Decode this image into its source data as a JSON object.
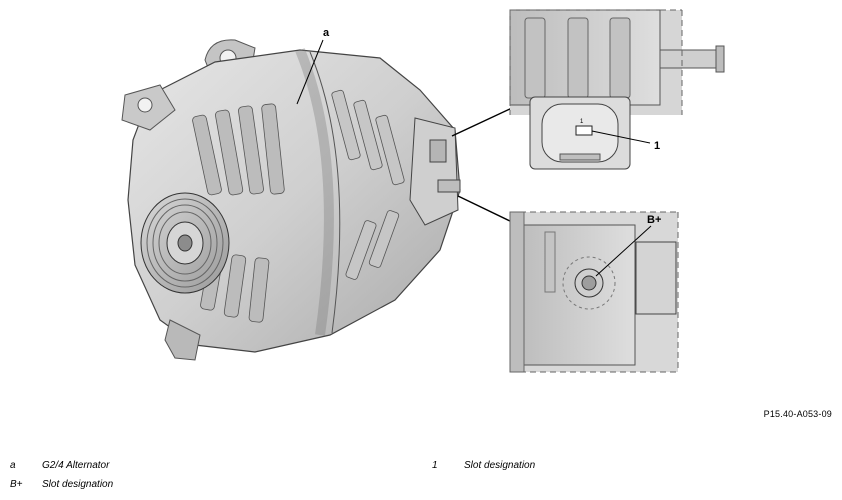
{
  "callouts": {
    "a": "a",
    "one": "1",
    "bplus": "B+",
    "pin_label": "1"
  },
  "figure_id": "P15.40-A053-09",
  "legend": [
    {
      "key": "a",
      "text": "G2/4 Alternator"
    },
    {
      "key": "B+",
      "text": "Slot designation"
    },
    {
      "key": "1",
      "text": "Slot designation"
    }
  ]
}
